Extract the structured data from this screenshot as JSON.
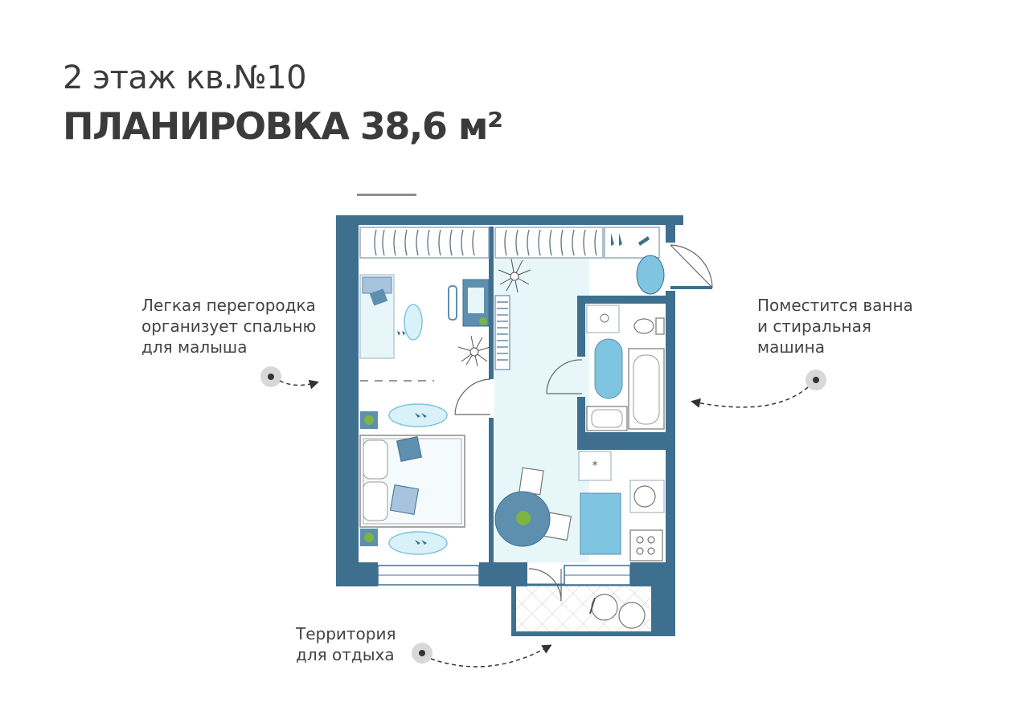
{
  "header": {
    "title_line1": "2 этаж кв.№10",
    "title_line2": "ПЛАНИРОВКА 38,6 м²"
  },
  "notes": {
    "partition": [
      "Легкая перегородка",
      "организует спальню",
      "для малыша"
    ],
    "bathroom": [
      "Поместится ванна",
      "и стиральная",
      "машина"
    ],
    "balcony": [
      "Территория",
      "для отдыха"
    ]
  },
  "colors": {
    "wall": "#3f6f8e",
    "furniture_blue": "#7fc4e0",
    "furniture_dark": "#5e8fae",
    "floor_tint": "#e6f6f9",
    "plant_green": "#7cb342",
    "text": "#3b3b3b"
  },
  "icons": [
    "plant-icon",
    "slippers-icon",
    "toilet-icon",
    "bathtub-icon",
    "sink-icon",
    "stove-icon",
    "bookshelf-icon",
    "table-icon"
  ]
}
